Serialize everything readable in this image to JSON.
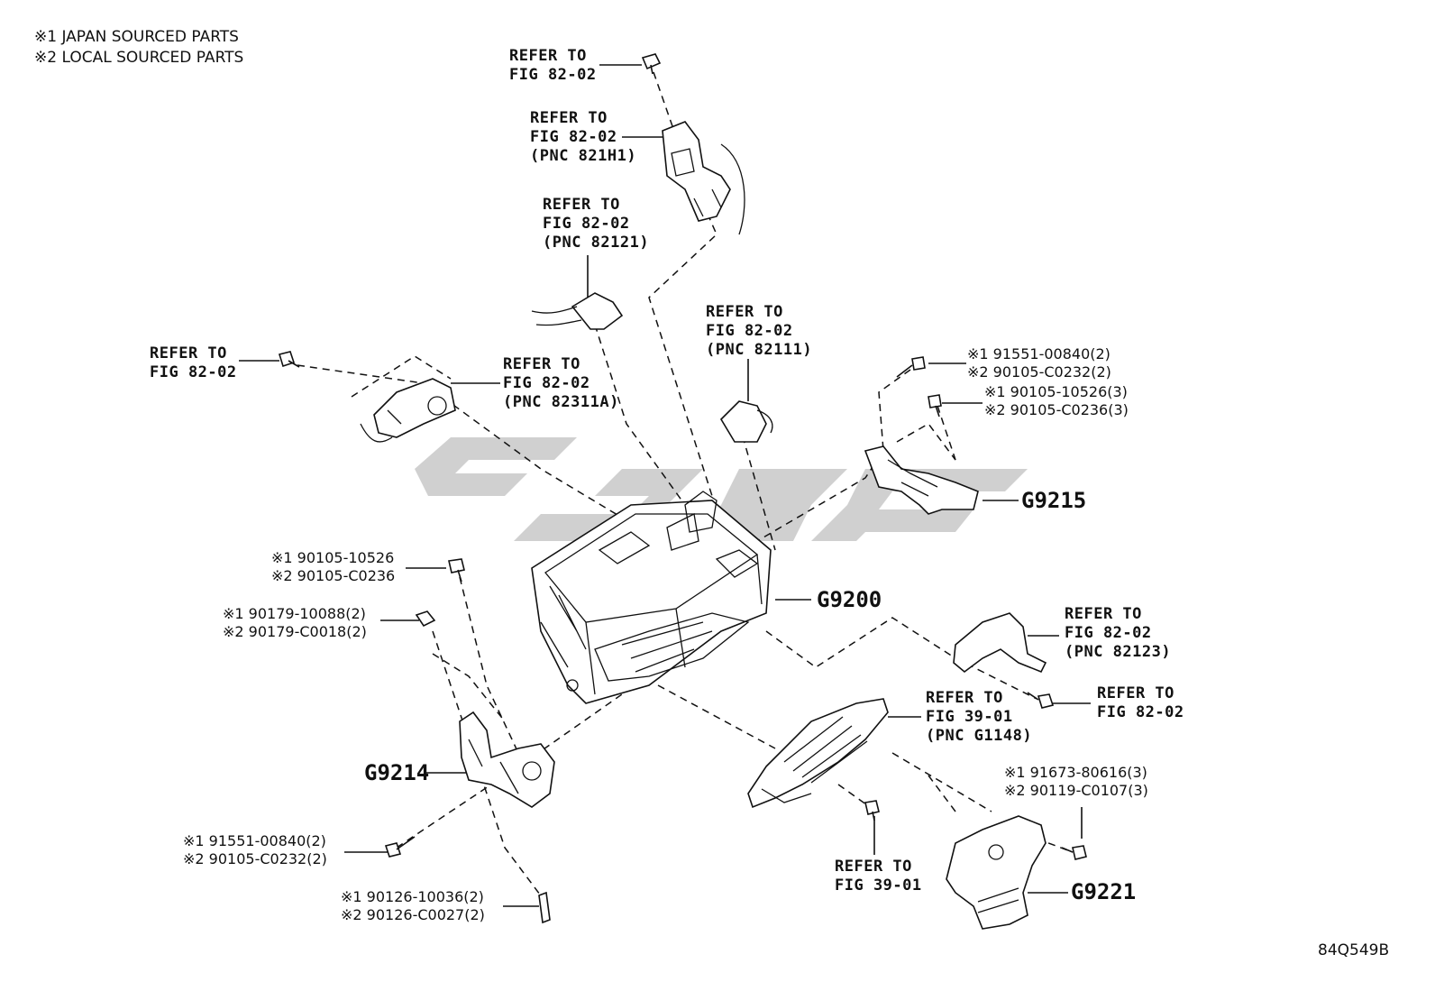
{
  "legend": {
    "note1": "※1 JAPAN SOURCED PARTS",
    "note2": "※2 LOCAL SOURCED PARTS"
  },
  "figure_id": "84Q549B",
  "callouts": {
    "top_bolt": [
      "REFER TO",
      "FIG 82-02"
    ],
    "bracket_821h1": [
      "REFER TO",
      "FIG 82-02",
      "(PNC 821H1)"
    ],
    "harness_82121": [
      "REFER TO",
      "FIG 82-02",
      "(PNC 82121)"
    ],
    "left_bolt": [
      "REFER TO",
      "FIG 82-02"
    ],
    "sensor_82311a": [
      "REFER TO",
      "FIG 82-02",
      "(PNC 82311A)"
    ],
    "clamp_82111": [
      "REFER TO",
      "FIG 82-02",
      "(PNC 82111)"
    ],
    "bracket_82123": [
      "REFER TO",
      "FIG 82-02",
      "(PNC 82123)"
    ],
    "right_bolt": [
      "REFER TO",
      "FIG 82-02"
    ],
    "cover_g1148": [
      "REFER TO",
      "FIG 39-01",
      "(PNC G1148)"
    ],
    "bottom_bolt": [
      "REFER TO",
      "FIG 39-01"
    ]
  },
  "part_numbers": {
    "upper_right_a": [
      "※1 91551-00840(2)",
      "※2 90105-C0232(2)"
    ],
    "upper_right_b": [
      "※1 90105-10526(3)",
      "※2 90105-C0236(3)"
    ],
    "left_a": [
      "※1 90105-10526",
      "※2 90105-C0236"
    ],
    "left_b": [
      "※1 90179-10088(2)",
      "※2 90179-C0018(2)"
    ],
    "lower_left_a": [
      "※1 91551-00840(2)",
      "※2 90105-C0232(2)"
    ],
    "lower_left_b": [
      "※1 90126-10036(2)",
      "※2 90126-C0027(2)"
    ],
    "lower_right": [
      "※1 91673-80616(3)",
      "※2 90119-C0107(3)"
    ]
  },
  "codes": {
    "g9215": "G9215",
    "g9200": "G9200",
    "g9214": "G9214",
    "g9221": "G9221"
  }
}
